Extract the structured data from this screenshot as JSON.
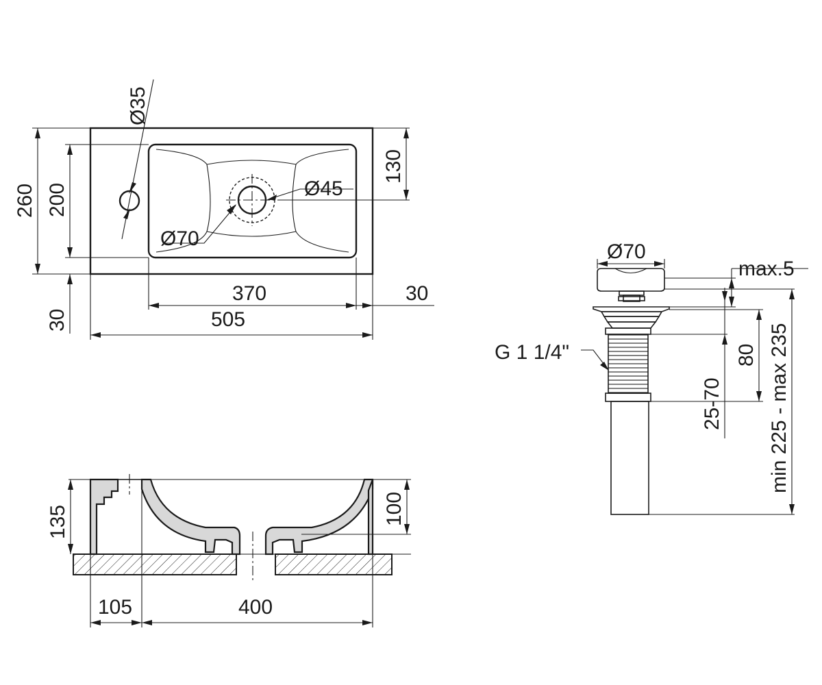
{
  "top_view": {
    "dia_faucet": "Ø35",
    "dia_drain": "Ø45",
    "dia_drain_ring": "Ø70",
    "width_overall": "505",
    "width_bowl": "370",
    "width_right": "30",
    "depth_overall": "260",
    "depth_bowl": "200",
    "depth_front": "30",
    "drain_from_back": "130"
  },
  "front_view": {
    "height_overall": "135",
    "height_bowl": "100",
    "left_offset": "105",
    "bowl_span": "400"
  },
  "drain_detail": {
    "cap_dia": "Ø70",
    "cap_gap": "max.5",
    "thread": "G 1 1/4\"",
    "thread_len": "80",
    "adjust": "25-70",
    "total_len": "min 225 - max 235"
  }
}
